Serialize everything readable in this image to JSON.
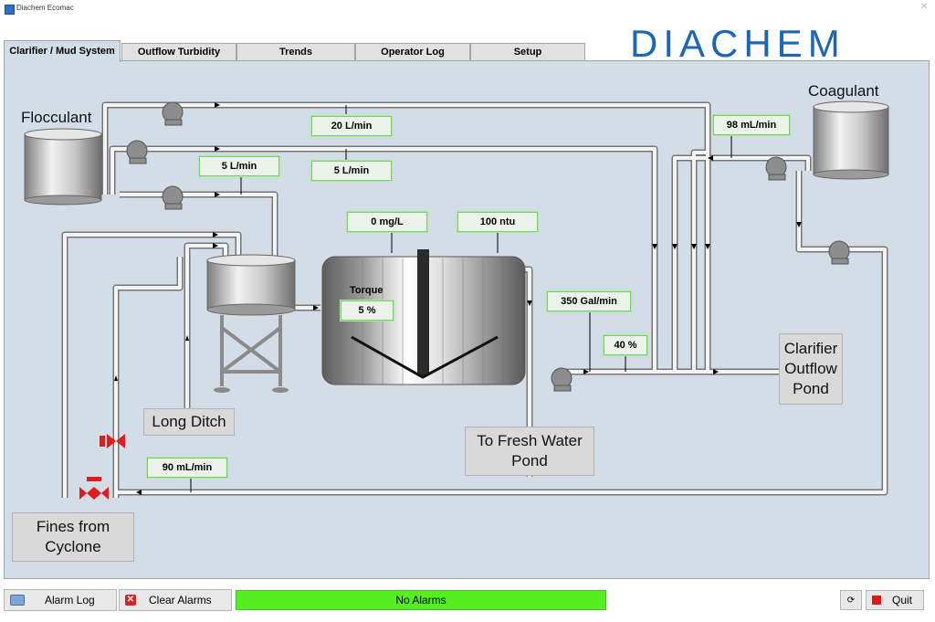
{
  "window": {
    "title": "Diachem Ecomac"
  },
  "logo": "DIACHEM",
  "tabs": [
    {
      "label": "Clarifier / Mud System",
      "active": true
    },
    {
      "label": "Outflow Turbidity"
    },
    {
      "label": "Trends"
    },
    {
      "label": "Operator Log"
    },
    {
      "label": "Setup"
    }
  ],
  "diagram": {
    "tank_labels": {
      "flocculant": "Flocculant",
      "coagulant": "Coagulant"
    },
    "readouts": {
      "flow_20": "20 L/min",
      "flow_5_left": "5 L/min",
      "flow_5_right": "5 L/min",
      "coag_rate": "98 mL/min",
      "turbidity_mg": "0 mg/L",
      "turbidity_ntu": "100 ntu",
      "outflow_gpm": "350 Gal/min",
      "outflow_pct": "40 %",
      "return_rate": "90 mL/min",
      "torque_value": "5 %"
    },
    "torque_label": "Torque",
    "destinations": {
      "long_ditch": "Long Ditch",
      "fresh_water": "To Fresh Water Pond",
      "clarifier_outflow": "Clarifier Outflow Pond",
      "fines": "Fines from Cyclone"
    }
  },
  "bottom": {
    "alarm_log": "Alarm Log",
    "clear_alarms": "Clear Alarms",
    "status": "No Alarms",
    "quit": "Quit"
  },
  "colors": {
    "panel": "#d3dde8",
    "status_ok": "#55ee20",
    "readout_border": "#7ccf68",
    "logo": "#1d66b7",
    "valve": "#e31b1b"
  }
}
